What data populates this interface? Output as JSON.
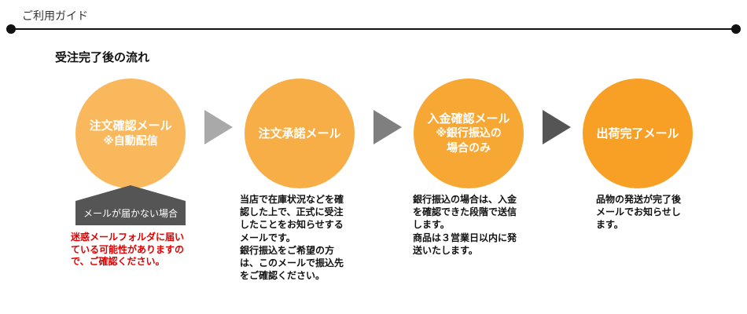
{
  "header": {
    "title": "ご利用ガイド"
  },
  "section": {
    "title": "受注完了後の流れ"
  },
  "steps": [
    {
      "line1": "注文確認メール",
      "line2": "※自動配信"
    },
    {
      "line1": "注文承諾メール"
    },
    {
      "line1": "入金確認メール",
      "line2": "※銀行振込の",
      "line3": "場合のみ"
    },
    {
      "line1": "出荷完了メール"
    }
  ],
  "notice": {
    "badge": "メールが届かない場合",
    "text": "迷惑メールフォルダに届い\nている可能性がありますの\nで、ご確認ください。"
  },
  "descriptions": {
    "step2": "当店で在庫状況などを確\n認した上で、正式に受注\nしたことをお知らせする\nメールです。\n銀行振込をご希望の方\nは、このメールで振込先\nをご確認ください。",
    "step3": "銀行振込の場合は、入金\nを確認できた段階で送信\nします。\n商品は３営業日以内に発\n送いたします。",
    "step4": "品物の発送が完了後\nメールでお知らせし\nます。"
  },
  "colors": {
    "step1": "#f9b85c",
    "step2": "#f7ae46",
    "step3": "#f7a733",
    "step4": "#f7a025",
    "warning_text": "#e00000"
  }
}
